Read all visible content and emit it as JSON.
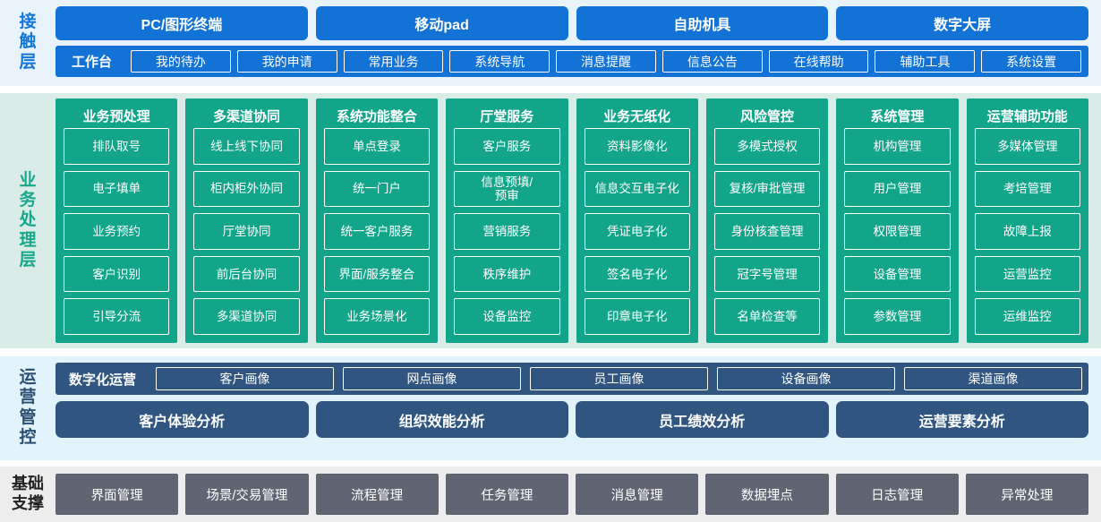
{
  "colors": {
    "contact_band_bg": "#e9f3fc",
    "contact_blue": "#1272d6",
    "business_band_bg": "#d9ece7",
    "business_teal": "#12a589",
    "business_label": "#17a88c",
    "ops_band_bg": "#e2f3fb",
    "ops_navy": "#2f5580",
    "base_band_bg": "#ededed",
    "base_gray": "#5f6672"
  },
  "bands": {
    "contact": {
      "label": "接触层",
      "channels": [
        {
          "label": "PC/图形终端"
        },
        {
          "label": "移动pad"
        },
        {
          "label": "自助机具"
        },
        {
          "label": "数字大屏"
        }
      ],
      "workbench": {
        "title": "工作台",
        "items": [
          {
            "label": "我的待办"
          },
          {
            "label": "我的申请"
          },
          {
            "label": "常用业务"
          },
          {
            "label": "系统导航"
          },
          {
            "label": "消息提醒"
          },
          {
            "label": "信息公告"
          },
          {
            "label": "在线帮助"
          },
          {
            "label": "辅助工具"
          },
          {
            "label": "系统设置"
          }
        ]
      }
    },
    "business": {
      "label": "业务处理层",
      "columns": [
        {
          "title": "业务预处理",
          "items": [
            {
              "label": "排队取号"
            },
            {
              "label": "电子填单"
            },
            {
              "label": "业务预约"
            },
            {
              "label": "客户识别"
            },
            {
              "label": "引导分流"
            }
          ]
        },
        {
          "title": "多渠道协同",
          "items": [
            {
              "label": "线上线下协同"
            },
            {
              "label": "柜内柜外协同"
            },
            {
              "label": "厅堂协同"
            },
            {
              "label": "前后台协同"
            },
            {
              "label": "多渠道协同"
            }
          ]
        },
        {
          "title": "系统功能整合",
          "items": [
            {
              "label": "单点登录"
            },
            {
              "label": "统一门户"
            },
            {
              "label": "统一客户服务"
            },
            {
              "label": "界面/服务整合"
            },
            {
              "label": "业务场景化"
            }
          ]
        },
        {
          "title": "厅堂服务",
          "items": [
            {
              "label": "客户服务"
            },
            {
              "label": "信息预填/\n预审"
            },
            {
              "label": "营销服务"
            },
            {
              "label": "秩序维护"
            },
            {
              "label": "设备监控"
            }
          ]
        },
        {
          "title": "业务无纸化",
          "items": [
            {
              "label": "资料影像化"
            },
            {
              "label": "信息交互电子化"
            },
            {
              "label": "凭证电子化"
            },
            {
              "label": "签名电子化"
            },
            {
              "label": "印章电子化"
            }
          ]
        },
        {
          "title": "风险管控",
          "items": [
            {
              "label": "多模式授权"
            },
            {
              "label": "复核/审批管理"
            },
            {
              "label": "身份核查管理"
            },
            {
              "label": "冠字号管理"
            },
            {
              "label": "名单检查等"
            }
          ]
        },
        {
          "title": "系统管理",
          "items": [
            {
              "label": "机构管理"
            },
            {
              "label": "用户管理"
            },
            {
              "label": "权限管理"
            },
            {
              "label": "设备管理"
            },
            {
              "label": "参数管理"
            }
          ]
        },
        {
          "title": "运营辅助功能",
          "items": [
            {
              "label": "多媒体管理"
            },
            {
              "label": "考培管理"
            },
            {
              "label": "故障上报"
            },
            {
              "label": "运营监控"
            },
            {
              "label": "运维监控"
            }
          ]
        }
      ]
    },
    "ops": {
      "label": "运营管控",
      "portrait": {
        "title": "数字化运营",
        "items": [
          {
            "label": "客户画像"
          },
          {
            "label": "网点画像"
          },
          {
            "label": "员工画像"
          },
          {
            "label": "设备画像"
          },
          {
            "label": "渠道画像"
          }
        ]
      },
      "analysis": [
        {
          "label": "客户体验分析"
        },
        {
          "label": "组织效能分析"
        },
        {
          "label": "员工绩效分析"
        },
        {
          "label": "运营要素分析"
        }
      ]
    },
    "base": {
      "label": "基础\n支撑",
      "items": [
        {
          "label": "界面管理"
        },
        {
          "label": "场景/交易管理"
        },
        {
          "label": "流程管理"
        },
        {
          "label": "任务管理"
        },
        {
          "label": "消息管理"
        },
        {
          "label": "数据埋点"
        },
        {
          "label": "日志管理"
        },
        {
          "label": "异常处理"
        }
      ]
    }
  }
}
